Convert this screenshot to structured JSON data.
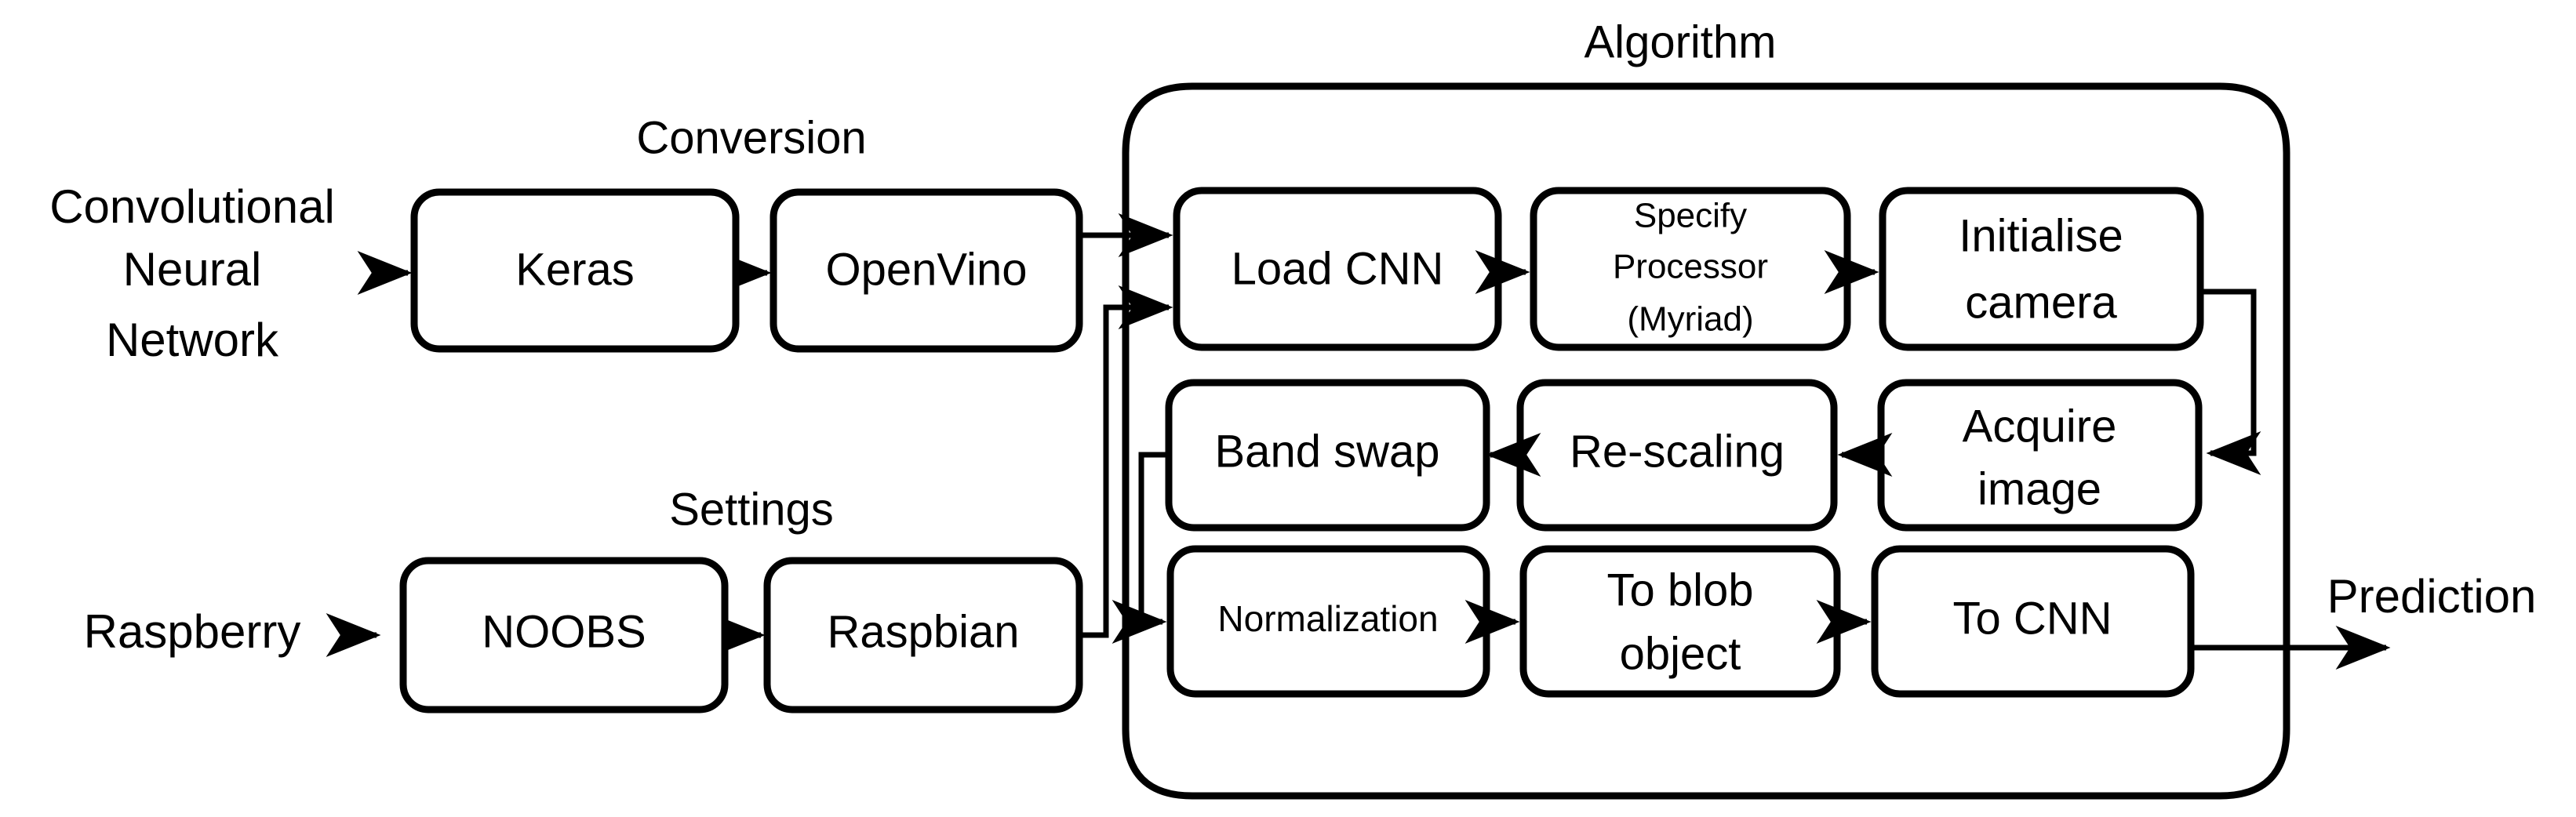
{
  "diagram": {
    "title_labels": {
      "conversion": "Conversion",
      "settings": "Settings",
      "algorithm": "Algorithm"
    },
    "inputs": {
      "cnn_line1": "Convolutional",
      "cnn_line2": "Neural",
      "cnn_line3": "Network",
      "raspberry": "Raspberry"
    },
    "outputs": {
      "prediction": "Prediction"
    },
    "conversion_boxes": [
      {
        "id": "keras",
        "label": "Keras"
      },
      {
        "id": "openvino",
        "label": "OpenVino"
      }
    ],
    "settings_boxes": [
      {
        "id": "noobs",
        "label": "NOOBS"
      },
      {
        "id": "raspbian",
        "label": "Raspbian"
      }
    ],
    "algorithm_boxes": {
      "load_cnn": "Load CNN",
      "specify_processor_line1": "Specify",
      "specify_processor_line2": "Processor",
      "specify_processor_line3": "(Myriad)",
      "initialise_camera_line1": "Initialise",
      "initialise_camera_line2": "camera",
      "band_swap": "Band swap",
      "rescaling": "Re-scaling",
      "acquire_image_line1": "Acquire",
      "acquire_image_line2": "image",
      "normalization": "Normalization",
      "to_blob_line1": "To blob",
      "to_blob_line2": "object",
      "to_cnn": "To CNN"
    },
    "colors": {
      "stroke": "#000000",
      "fill": "#ffffff",
      "text": "#000000"
    }
  }
}
